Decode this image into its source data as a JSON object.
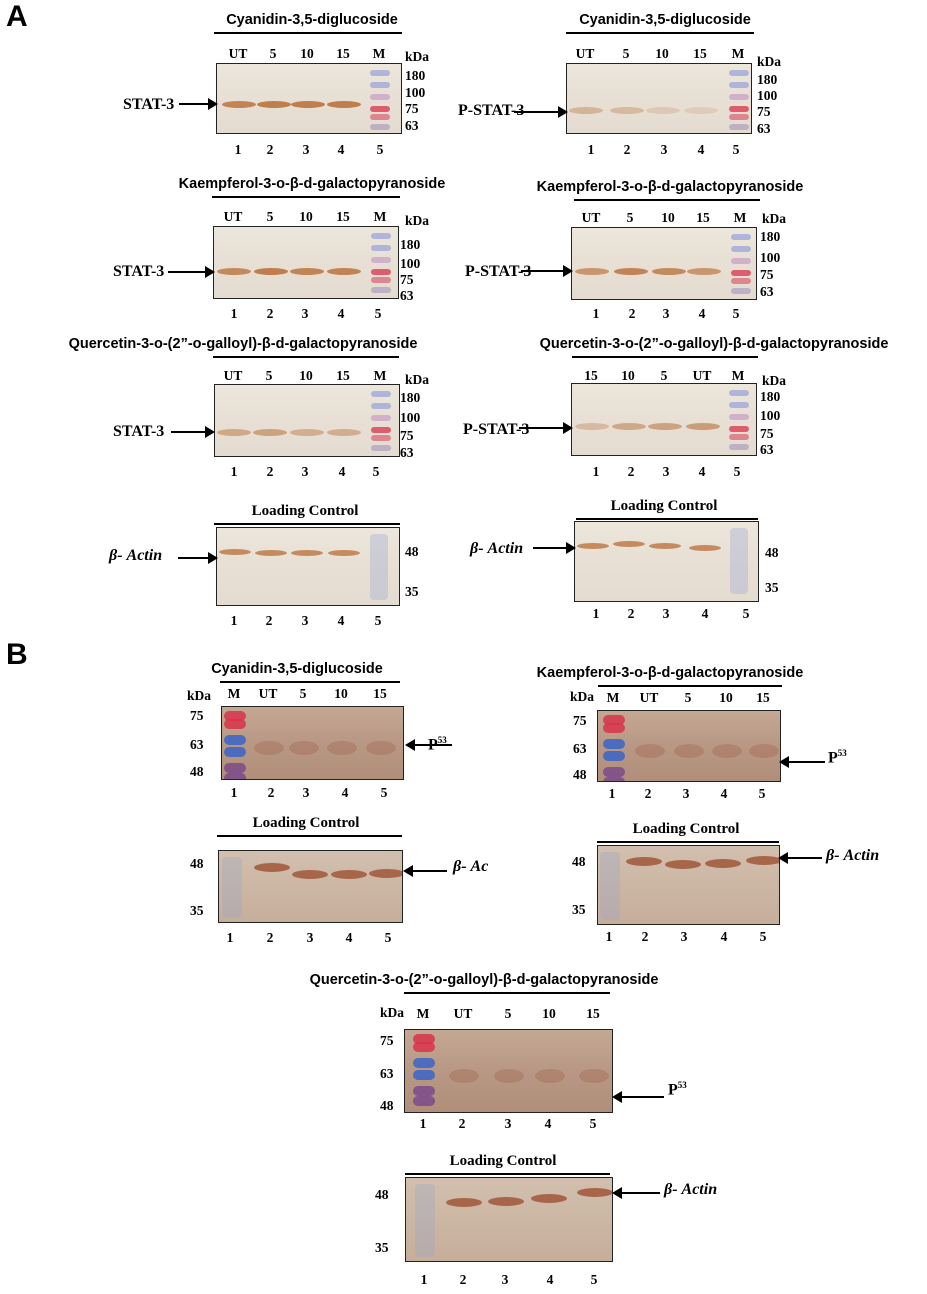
{
  "panels": {
    "a": "A",
    "b": "B"
  },
  "labels": {
    "kda": "kDa",
    "ut": "UT",
    "m": "M",
    "loading_control": "Loading Control",
    "stat3": "STAT-3",
    "pstat3": "P-STAT-3",
    "beta_actin": "β- Actin",
    "beta_actin_cut": "β- Ac",
    "p53_base": "P",
    "p53_sup": "53"
  },
  "compounds": {
    "cyanidin": "Cyanidin-3,5-diglucoside",
    "kaempferol": "Kaempferol-3-o-β-d-galactopyranoside",
    "quercetin": "Quercetin-3-o-(2”-o-galloyl)-β-d-galactopyranoside"
  },
  "doses": [
    "UT",
    "5",
    "10",
    "15",
    "M"
  ],
  "doses_reversed": [
    "15",
    "10",
    "5",
    "UT",
    "M"
  ],
  "doses_b": [
    "M",
    "UT",
    "5",
    "10",
    "15"
  ],
  "lanes": [
    "1",
    "2",
    "3",
    "4",
    "5"
  ],
  "markers_a": [
    "180",
    "100",
    "75",
    "63"
  ],
  "markers_actin": [
    "48",
    "35"
  ],
  "markers_b": [
    "75",
    "63",
    "48"
  ],
  "colors": {
    "band": "#b5652a",
    "marker_red": "#d8334a",
    "marker_blue": "#3b64c8",
    "blot_pale": "#e8e0d4",
    "blot_dark": "#b89884"
  }
}
